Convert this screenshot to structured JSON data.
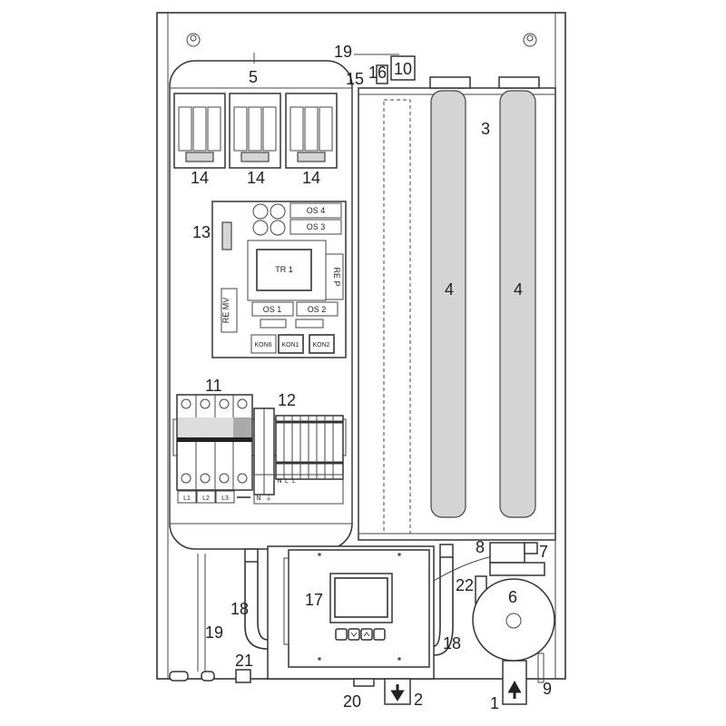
{
  "callouts": {
    "c1": "1",
    "c2": "2",
    "c3": "3",
    "c4a": "4",
    "c4b": "4",
    "c5": "5",
    "c6": "6",
    "c7": "7",
    "c8": "8",
    "c9": "9",
    "c10": "10",
    "c11": "11",
    "c12": "12",
    "c13": "13",
    "c14a": "14",
    "c14b": "14",
    "c14c": "14",
    "c15": "15",
    "c16": "16",
    "c17": "17",
    "c18a": "18",
    "c18b": "18",
    "c19a": "19",
    "c19b": "19",
    "c20": "20",
    "c21": "21",
    "c22": "22"
  },
  "pcb": {
    "os4": "OS 4",
    "os3": "OS 3",
    "tr1": "TR 1",
    "rep": "RE P",
    "os1": "OS 1",
    "os2": "OS 2",
    "remv": "RE MV",
    "kon6": "KON6",
    "kon1": "KON1",
    "kon2": "KON2"
  },
  "terminals": {
    "l1": "L1",
    "l2": "L2",
    "l3": "L3",
    "n": "N",
    "pe": "⏚",
    "tn": "N",
    "tl1": "L",
    "tl2": "L"
  },
  "colors": {
    "line": "#333333",
    "heater_fill": "#d4d4d4"
  }
}
